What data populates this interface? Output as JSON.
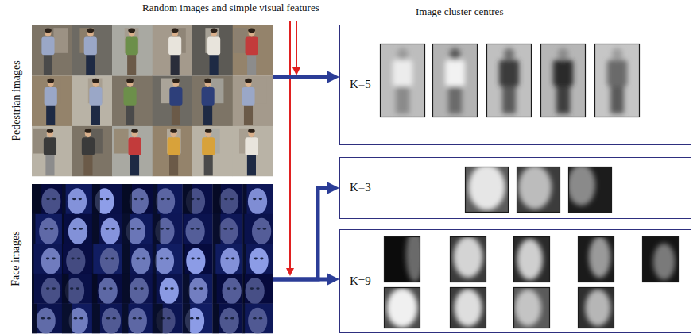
{
  "diagram": {
    "nodes": [
      {
        "text": [
          "Pedestrian images"
        ]
      },
      {
        "text": [
          "Face images"
        ]
      },
      {
        "text": [
          "K=5"
        ]
      },
      {
        "text": [
          "K=3"
        ]
      },
      {
        "text": [
          "K=9"
        ]
      }
    ],
    "edges": [
      {
        "from": 0,
        "to": 2,
        "arrow": "to"
      },
      {
        "from": 1,
        "to": 3,
        "arrow": "to"
      },
      {
        "from": 1,
        "to": 4,
        "arrow": "to"
      }
    ],
    "labels": [
      "Random images and simple visual features",
      "Image cluster centres"
    ]
  }
}
